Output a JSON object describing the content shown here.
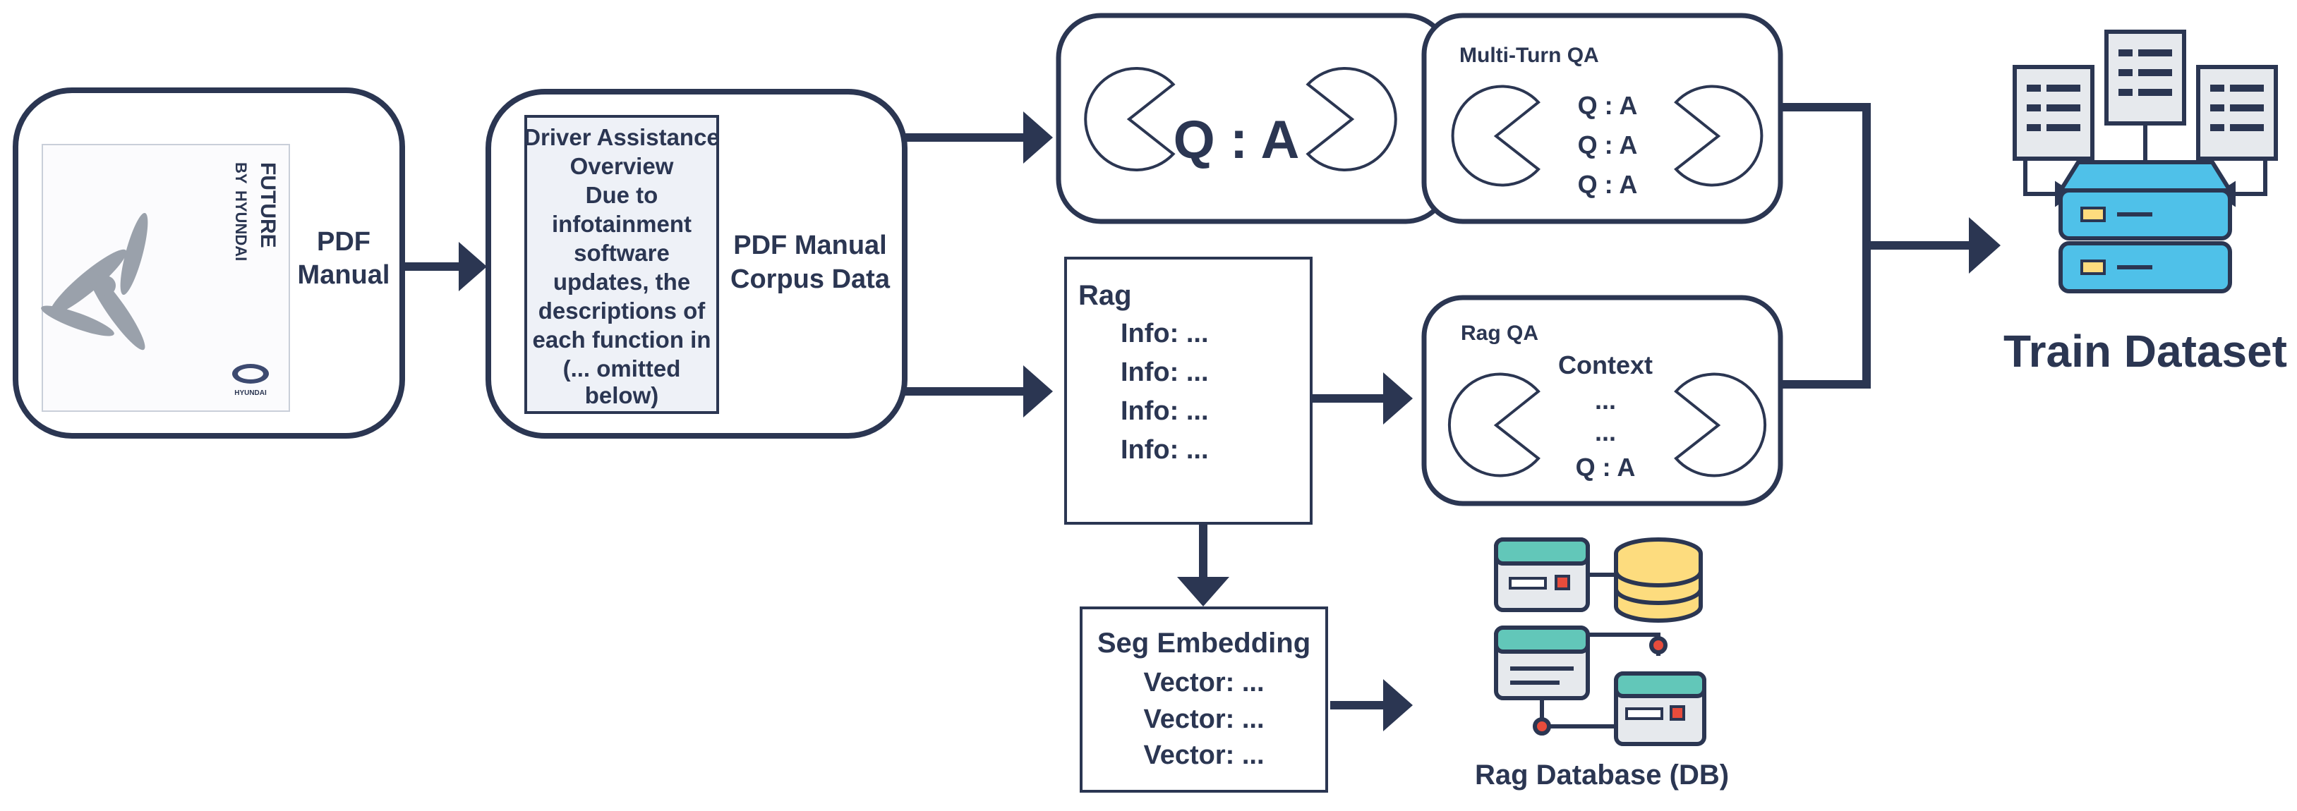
{
  "pdf_stage": {
    "label_line1": "PDF",
    "label_line2": "Manual",
    "cover_brand_lines": [
      "FUTURE",
      "BY",
      "HYUNDAI"
    ],
    "cover_logo_text": "HYUNDAI"
  },
  "corpus_stage": {
    "excerpt_lines": [
      "Driver Assistance",
      "Overview",
      "Due to",
      "infotainment",
      "software",
      "updates, the",
      "descriptions of",
      "each function in",
      "(... omitted",
      "below)"
    ],
    "label_line1": "PDF Manual",
    "label_line2": "Corpus Data"
  },
  "qa_stage": {
    "text": "Q : A"
  },
  "multiturn_stage": {
    "title": "Multi-Turn QA",
    "lines": [
      "Q : A",
      "Q : A",
      "Q : A"
    ]
  },
  "rag_stage": {
    "title": "Rag",
    "lines": [
      "Info: ...",
      "Info: ...",
      "Info: ...",
      "Info: ..."
    ]
  },
  "ragqa_stage": {
    "title": "Rag QA",
    "lines": [
      "Context",
      "...",
      "...",
      "Q : A"
    ]
  },
  "embedding_stage": {
    "title": "Seg Embedding",
    "lines": [
      "Vector: ...",
      "Vector: ...",
      "Vector: ..."
    ]
  },
  "database_stage": {
    "label": "Rag Database (DB)"
  },
  "train_stage": {
    "label": "Train Dataset"
  },
  "colors": {
    "navy": "#2b3652",
    "teal": "#62c7b9",
    "yellow": "#fddc7e",
    "cyan": "#4fc1e9",
    "red": "#e74c3c",
    "gray": "#e6e9ed"
  }
}
